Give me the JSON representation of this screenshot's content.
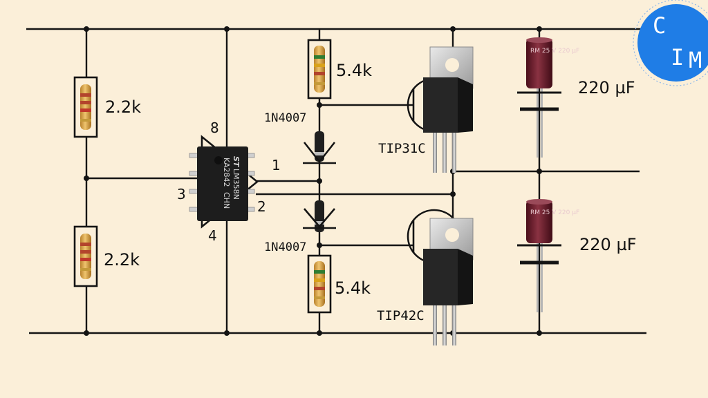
{
  "diagram": {
    "resistors": {
      "r1": "2.2k",
      "r2": "2.2k",
      "r3": "5.4k",
      "r4": "5.4k"
    },
    "diodes": {
      "d1": "1N4007",
      "d2": "1N4007"
    },
    "transistors": {
      "q1": "TIP31C",
      "q2": "TIP42C"
    },
    "capacitors": {
      "c1": "220 µF",
      "c2": "220 µF",
      "cap_body_text_1": "RM 25 V 220 µF",
      "cap_body_text_2": "RM 25 V 220 µF"
    },
    "ic": {
      "chip_text_1": "ST",
      "chip_text_2": "LM358N",
      "chip_text_3": "KA2842",
      "chip_text_4": "CHN",
      "pin_8": "8",
      "pin_1": "1",
      "pin_3": "3",
      "pin_2": "2",
      "pin_4": "4"
    },
    "logo": {
      "text_c": "C",
      "text_i": "I",
      "text_m": "M"
    }
  },
  "colors": {
    "background": "#fbefd9",
    "wire": "#141414",
    "resistor_body": "#d4a24a",
    "chip": "#1d1d1d",
    "capacitor": "#6b1f2c",
    "logo_blue": "#1f7de6"
  }
}
